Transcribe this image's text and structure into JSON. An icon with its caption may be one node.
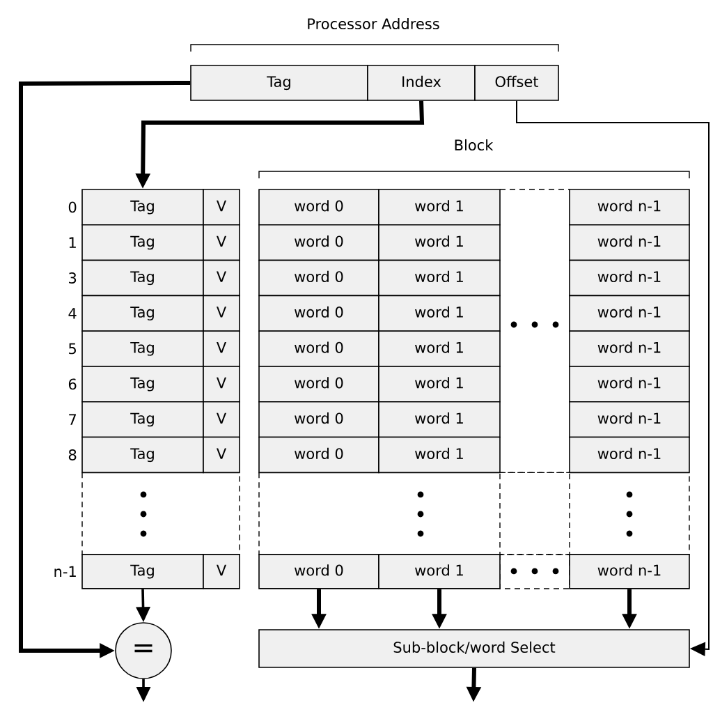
{
  "diagram": {
    "nodes": [
      {
        "text": [
          "Tag"
        ]
      },
      {
        "text": [
          "Index"
        ]
      },
      {
        "text": [
          "Offset"
        ]
      },
      {
        "text": [
          "Tag"
        ],
        "beside": [
          "0"
        ]
      },
      {
        "text": [
          "V"
        ]
      },
      {
        "text": [
          "word 0"
        ]
      },
      {
        "text": [
          "word 1"
        ]
      },
      {
        "text": [
          "word n-1"
        ]
      },
      {
        "text": [
          "Tag"
        ],
        "beside": [
          "1"
        ]
      },
      {
        "text": [
          "V"
        ]
      },
      {
        "text": [
          "word 0"
        ]
      },
      {
        "text": [
          "word 1"
        ]
      },
      {
        "text": [
          "word n-1"
        ]
      },
      {
        "text": [
          "Tag"
        ],
        "beside": [
          "3"
        ]
      },
      {
        "text": [
          "V"
        ]
      },
      {
        "text": [
          "word 0"
        ]
      },
      {
        "text": [
          "word 1"
        ]
      },
      {
        "text": [
          "word n-1"
        ]
      },
      {
        "text": [
          "Tag"
        ],
        "beside": [
          "4"
        ]
      },
      {
        "text": [
          "V"
        ]
      },
      {
        "text": [
          "word 0"
        ]
      },
      {
        "text": [
          "word 1"
        ]
      },
      {
        "text": [
          "word n-1"
        ]
      },
      {
        "text": [
          "Tag"
        ],
        "beside": [
          "5"
        ]
      },
      {
        "text": [
          "V"
        ]
      },
      {
        "text": [
          "word 0"
        ]
      },
      {
        "text": [
          "word 1"
        ]
      },
      {
        "text": [
          "word n-1"
        ]
      },
      {
        "text": [
          "Tag"
        ],
        "beside": [
          "6"
        ]
      },
      {
        "text": [
          "V"
        ]
      },
      {
        "text": [
          "word 0"
        ]
      },
      {
        "text": [
          "word 1"
        ]
      },
      {
        "text": [
          "word n-1"
        ]
      },
      {
        "text": [
          "Tag"
        ],
        "beside": [
          "7"
        ]
      },
      {
        "text": [
          "V"
        ]
      },
      {
        "text": [
          "word 0"
        ]
      },
      {
        "text": [
          "word 1"
        ]
      },
      {
        "text": [
          "word n-1"
        ]
      },
      {
        "text": [
          "Tag"
        ],
        "beside": [
          "8"
        ]
      },
      {
        "text": [
          "V"
        ]
      },
      {
        "text": [
          "word 0"
        ]
      },
      {
        "text": [
          "word 1"
        ]
      },
      {
        "text": [
          "word n-1"
        ]
      },
      {
        "text": [
          "Tag"
        ],
        "beside": [
          "n-1"
        ]
      },
      {
        "text": [
          "V"
        ]
      },
      {
        "text": [
          "word 0"
        ]
      },
      {
        "text": [
          "word 1"
        ]
      },
      {
        "text": [
          "word n-1"
        ]
      },
      {
        "text": [
          "="
        ]
      },
      {
        "text": [
          "Sub-block/word Select"
        ]
      }
    ],
    "edges": [
      {
        "from": 0,
        "to": 48,
        "arrow": "to"
      },
      {
        "from": 1,
        "to": 3,
        "arrow": "to"
      },
      {
        "from": 2,
        "to": 49,
        "arrow": "to"
      },
      {
        "from": 43,
        "to": 48,
        "arrow": "to"
      },
      {
        "from": 48,
        "to": null,
        "arrow": "to"
      },
      {
        "from": 45,
        "to": 49,
        "arrow": "to"
      },
      {
        "from": 46,
        "to": 49,
        "arrow": "to"
      },
      {
        "from": 47,
        "to": 49,
        "arrow": "to"
      },
      {
        "from": 49,
        "to": null,
        "arrow": "to"
      }
    ],
    "labels": [
      "Processor Address",
      "Block"
    ]
  }
}
